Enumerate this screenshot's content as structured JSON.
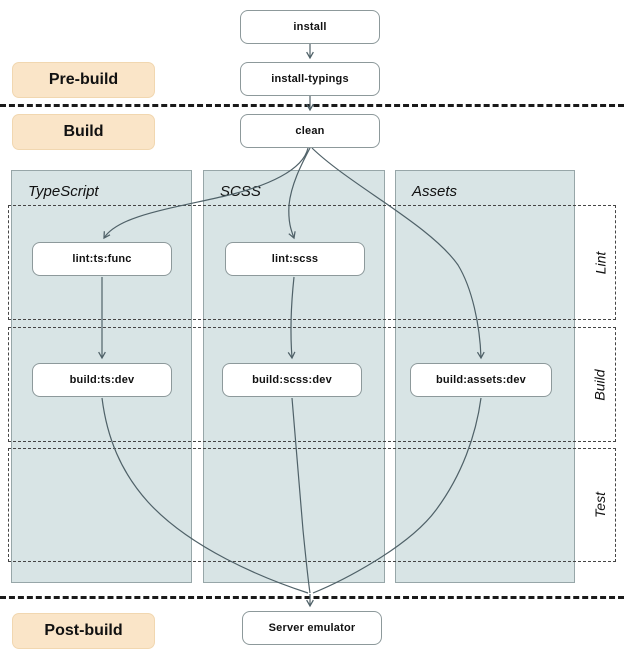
{
  "phases": {
    "pre_build": "Pre-build",
    "build": "Build",
    "post_build": "Post-build"
  },
  "columns": {
    "typescript": "TypeScript",
    "scss": "SCSS",
    "assets": "Assets"
  },
  "stages": {
    "lint": "Lint",
    "build": "Build",
    "test": "Test"
  },
  "nodes": {
    "install": "install",
    "install_typings": "install-typings",
    "clean": "clean",
    "lint_ts_func": "lint:ts:func",
    "lint_scss": "lint:scss",
    "build_ts_dev": "build:ts:dev",
    "build_scss_dev": "build:scss:dev",
    "build_assets_dev": "build:assets:dev",
    "server_emulator": "Server emulator"
  },
  "edges": [
    {
      "from": "install",
      "to": "install-typings"
    },
    {
      "from": "install-typings",
      "to": "clean"
    },
    {
      "from": "clean",
      "to": "lint:ts:func"
    },
    {
      "from": "clean",
      "to": "lint:scss"
    },
    {
      "from": "clean",
      "to": "build:assets:dev"
    },
    {
      "from": "lint:ts:func",
      "to": "build:ts:dev"
    },
    {
      "from": "lint:scss",
      "to": "build:scss:dev"
    },
    {
      "from": "build:ts:dev",
      "to": "Server emulator"
    },
    {
      "from": "build:scss:dev",
      "to": "Server emulator"
    },
    {
      "from": "build:assets:dev",
      "to": "Server emulator"
    }
  ],
  "colors": {
    "column_fill": "#d8e4e5",
    "column_border": "#97a6a8",
    "stage_band_border": "#454545",
    "separator": "#1a1a1a",
    "phase_label_fill": "#fae5c8",
    "phase_label_border": "#f1d7b0",
    "node_fill": "#ffffff",
    "node_border": "#8d999b",
    "edge": "#4f6168"
  }
}
